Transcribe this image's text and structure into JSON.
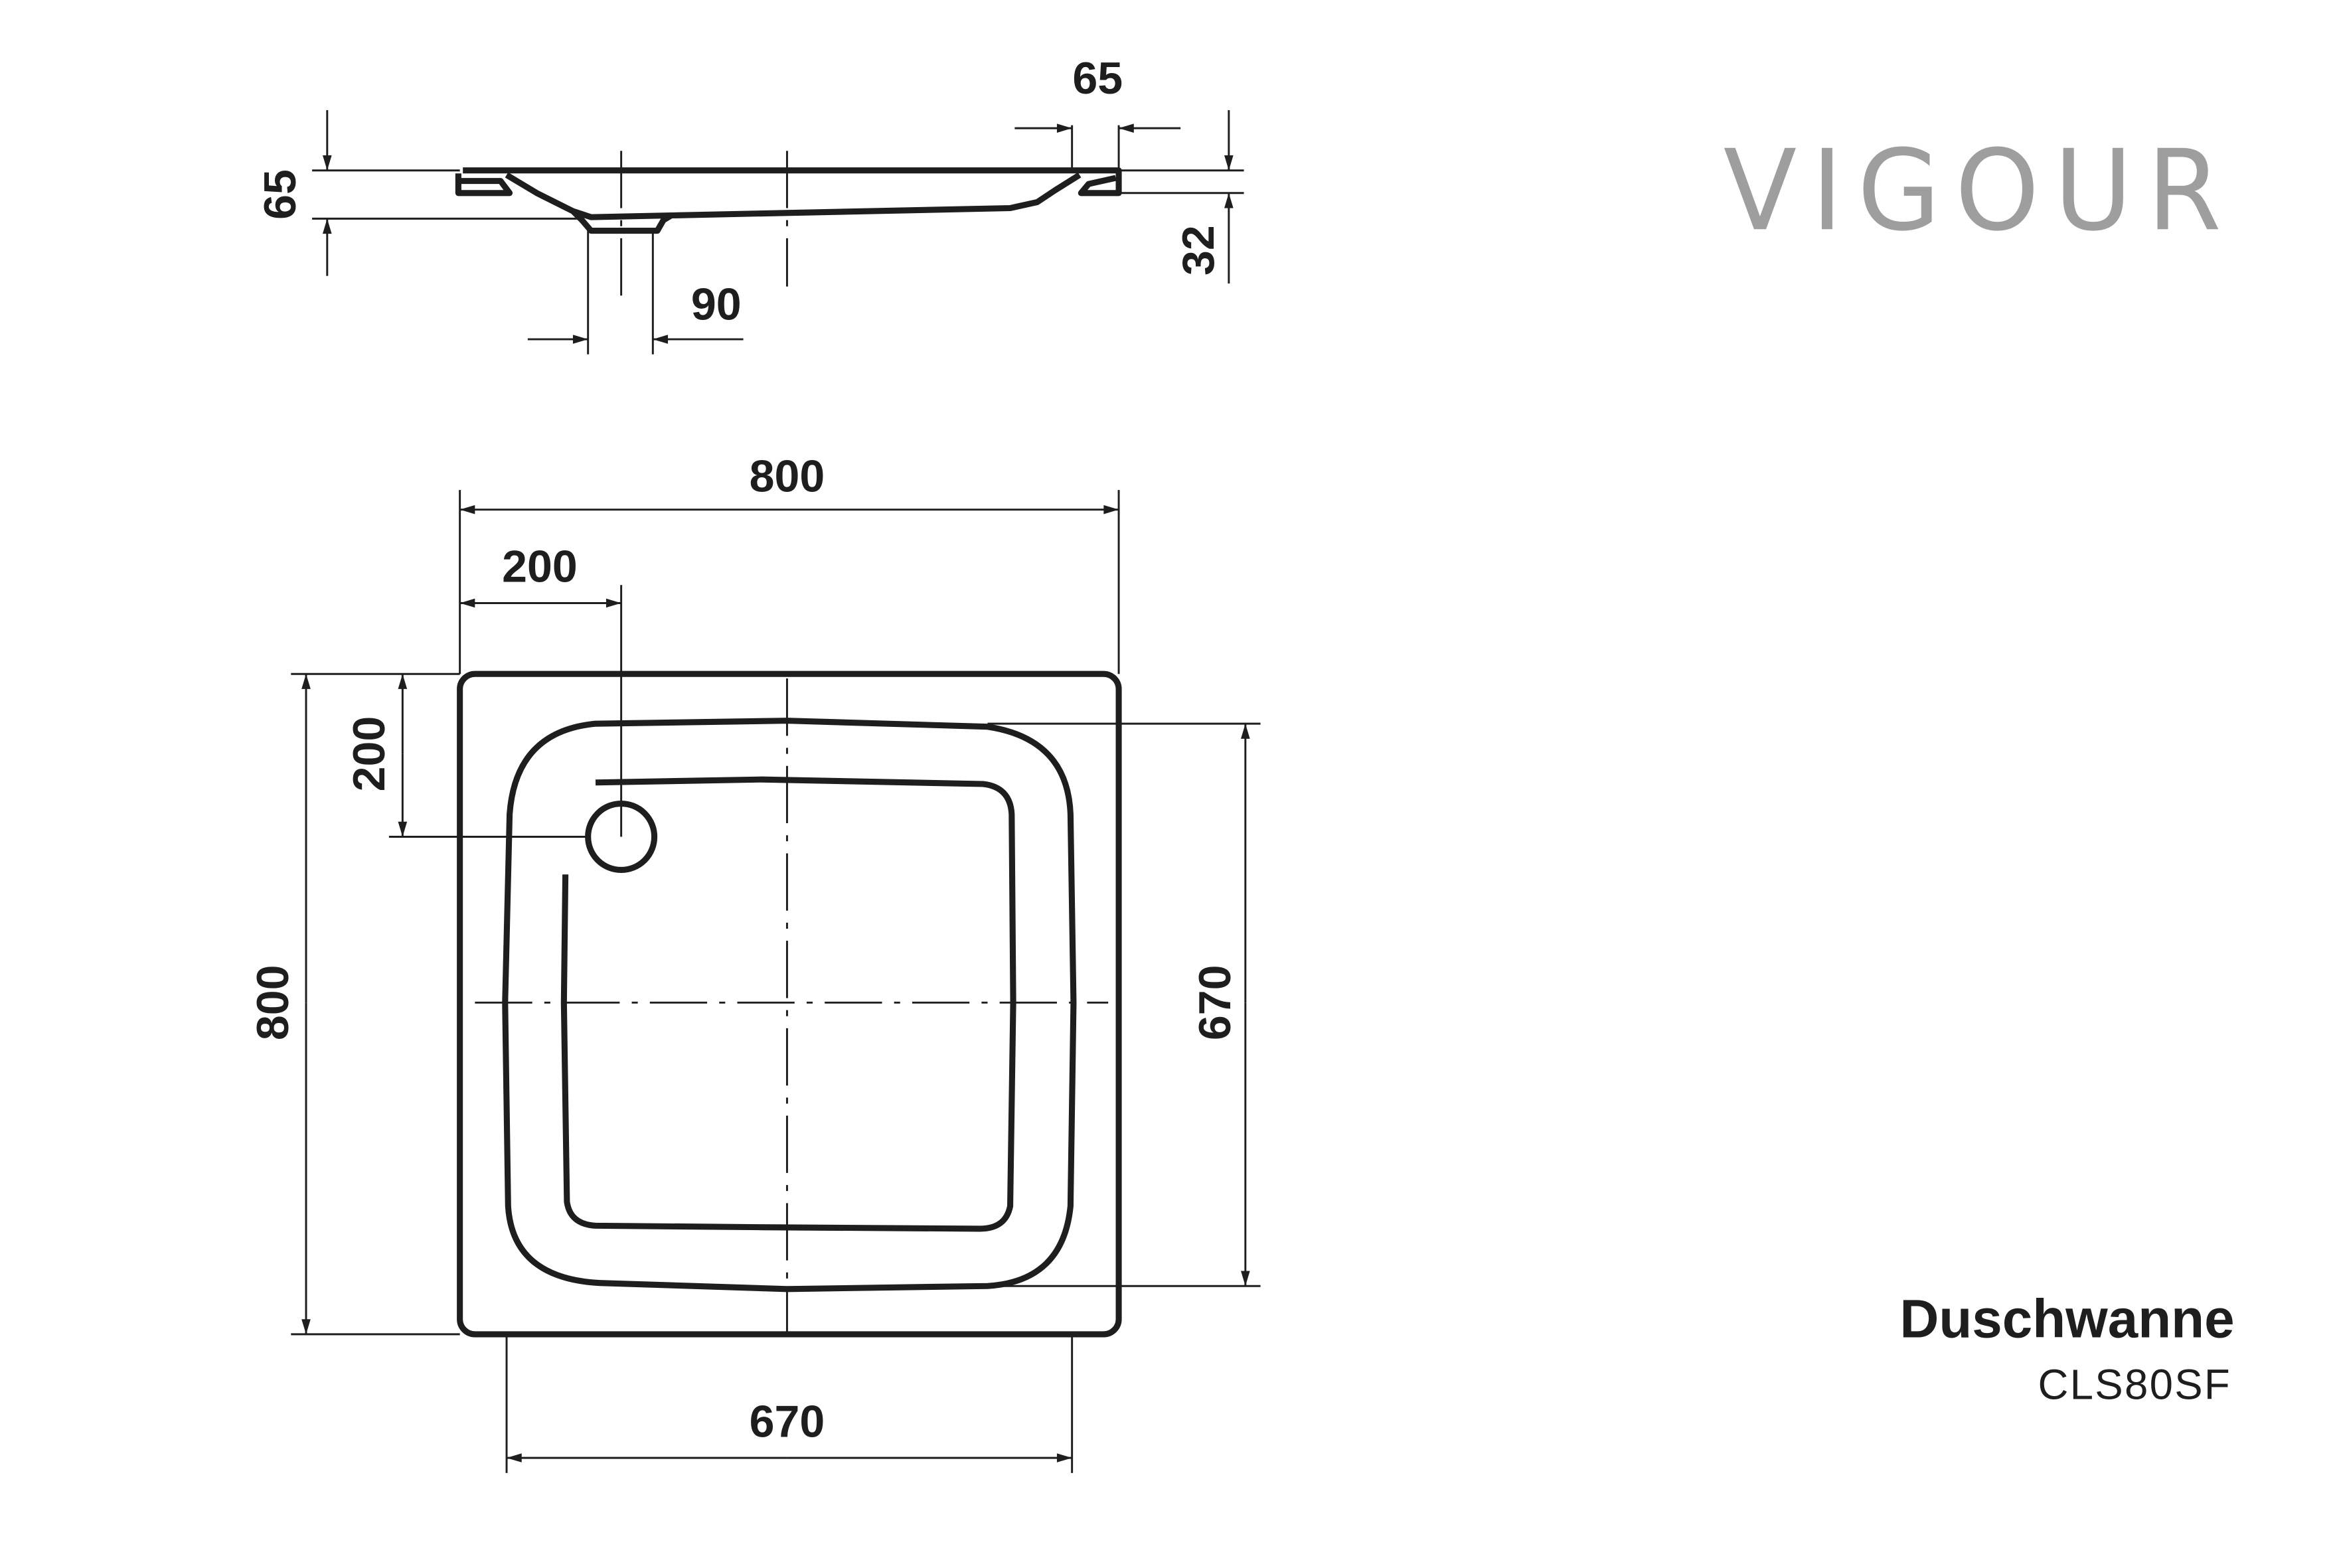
{
  "brand": {
    "logo_text": "VIGOUR",
    "color": "#9e9e9e"
  },
  "product": {
    "name": "Duschwanne",
    "model": "CLS80SF"
  },
  "dimensions": {
    "section_height": "65",
    "section_rim_width": "65",
    "section_rim_thickness": "32",
    "drain_diameter": "90",
    "overall_width": "800",
    "drain_offset_x": "200",
    "drain_offset_y": "200",
    "overall_depth": "800",
    "inner_depth": "670",
    "inner_width": "670"
  }
}
